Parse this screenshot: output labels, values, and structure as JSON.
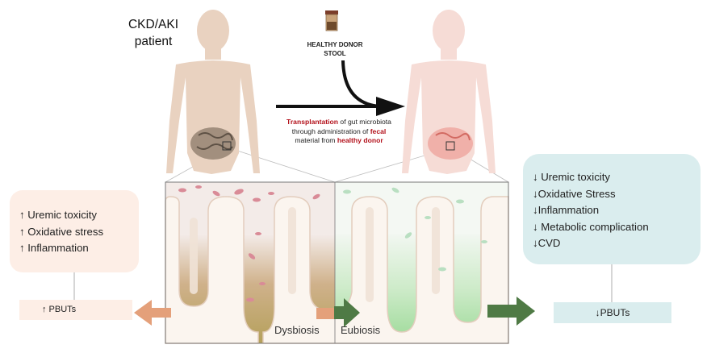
{
  "patient": {
    "label_line1": "CKD/AKI",
    "label_line2": "patient"
  },
  "donor": {
    "label_line1": "HEALTHY DONOR",
    "label_line2": "STOOL"
  },
  "transplant": {
    "w1": "Transplantation",
    "w2": " of gut microbiota",
    "w3": "through administration  of ",
    "w4": "fecal",
    "w5": "material  from ",
    "w6": "healthy donor"
  },
  "left_panel": {
    "items": [
      "↑ Uremic toxicity",
      "↑ Oxidative stress",
      "↑ Inflammation"
    ]
  },
  "right_panel": {
    "items": [
      "↓ Uremic toxicity",
      "↓Oxidative Stress",
      "↓Inflammation",
      "↓ Metabolic complication",
      "↓CVD"
    ]
  },
  "left_pbut": "↑ PBUTs",
  "right_pbut": "↓PBUTs",
  "regions": {
    "dysbiosis": "Dysbiosis",
    "eubiosis": "Eubiosis"
  },
  "colors": {
    "left_box": "#fdeee6",
    "right_box": "#daedee",
    "highlight_red": "#b3111b",
    "arrow_orange": "#e4a07a",
    "arrow_green": "#4f7a45",
    "dysbiosis_tint": "#b49a52",
    "eubiosis_tint": "#a9dba4"
  }
}
